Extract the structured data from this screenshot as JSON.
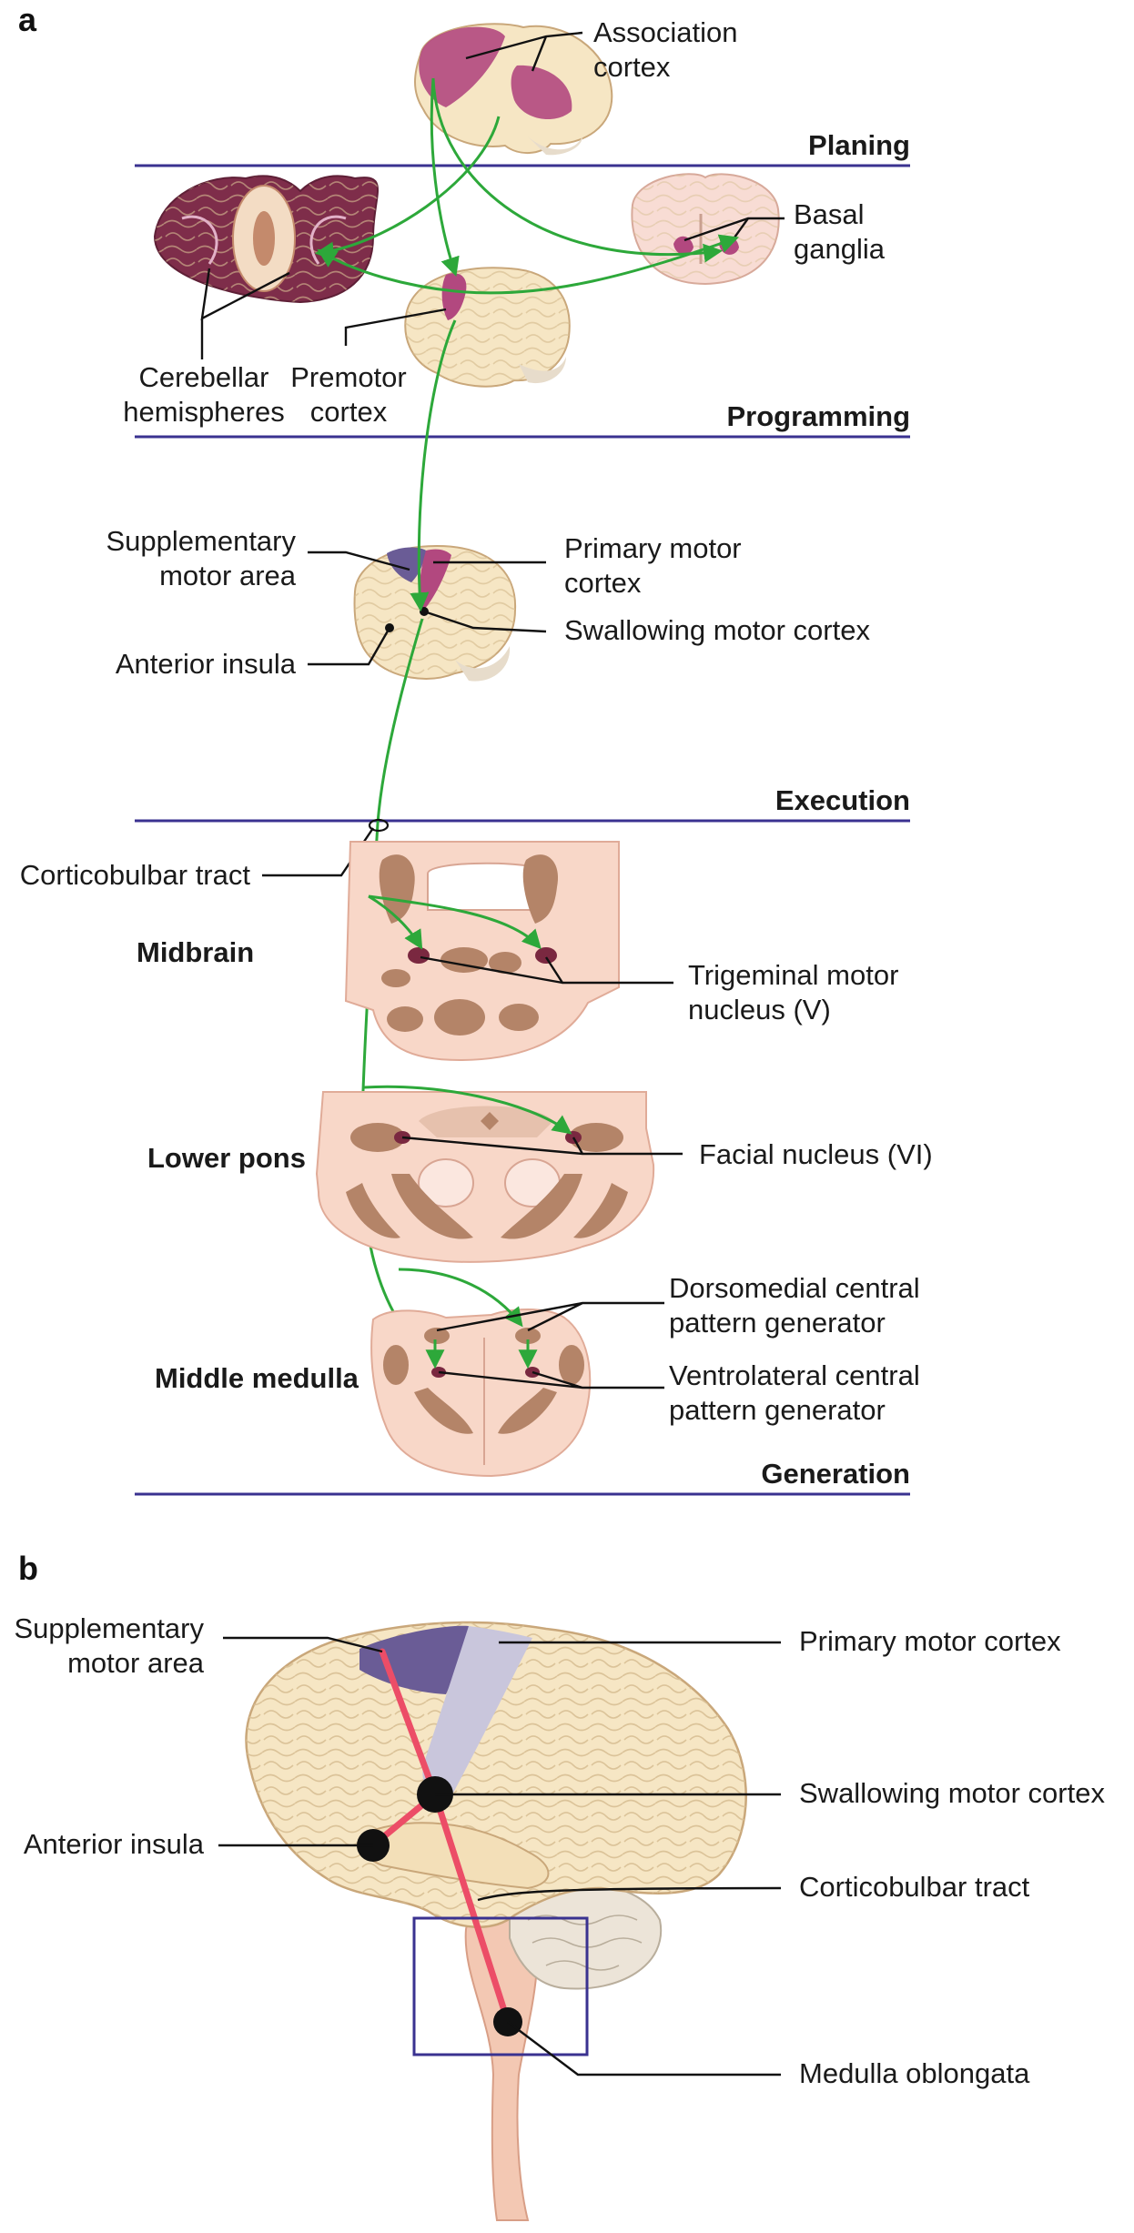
{
  "panel_a": {
    "letter": "a",
    "stages": [
      "Planing",
      "Programming",
      "Execution",
      "Generation"
    ],
    "labels": {
      "association_cortex": [
        "Association",
        "cortex"
      ],
      "basal_ganglia": [
        "Basal",
        "ganglia"
      ],
      "cerebellar_hemispheres": [
        "Cerebellar",
        "hemispheres"
      ],
      "premotor_cortex": [
        "Premotor",
        "cortex"
      ],
      "supplementary_motor_area": [
        "Supplementary",
        "motor area"
      ],
      "primary_motor_cortex": [
        "Primary motor",
        "cortex"
      ],
      "swallowing_motor_cortex": "Swallowing motor cortex",
      "anterior_insula": "Anterior insula",
      "corticobulbar_tract": "Corticobulbar tract",
      "trigeminal_motor_nucleus": [
        "Trigeminal motor",
        "nucleus (V)"
      ],
      "facial_nucleus": "Facial nucleus (VI)",
      "dorsomedial_cpg": [
        "Dorsomedial central",
        "pattern generator"
      ],
      "ventrolateral_cpg": [
        "Ventrolateral central",
        "pattern generator"
      ]
    },
    "levels": {
      "midbrain": "Midbrain",
      "lower_pons": "Lower pons",
      "middle_medulla": "Middle medulla"
    }
  },
  "panel_b": {
    "letter": "b",
    "labels": {
      "supplementary_motor_area": [
        "Supplementary",
        "motor area"
      ],
      "primary_motor_cortex": "Primary motor cortex",
      "swallowing_motor_cortex": "Swallowing motor cortex",
      "anterior_insula": "Anterior insula",
      "corticobulbar_tract": "Corticobulbar tract",
      "medulla_oblongata": "Medulla oblongata"
    }
  },
  "colors": {
    "pathway_green": "#2da83a",
    "stage_line": "#3a3290",
    "brain_tissue": "#f6e6c4",
    "highlight_magenta": "#b2487f",
    "sma_purple": "#6a5c96",
    "motor_cortex_lavender": "#c9c6dc",
    "brainstem_section": "#f8d7c8",
    "gray_matter": "#b48468",
    "tract_red": "#ec4d67"
  }
}
